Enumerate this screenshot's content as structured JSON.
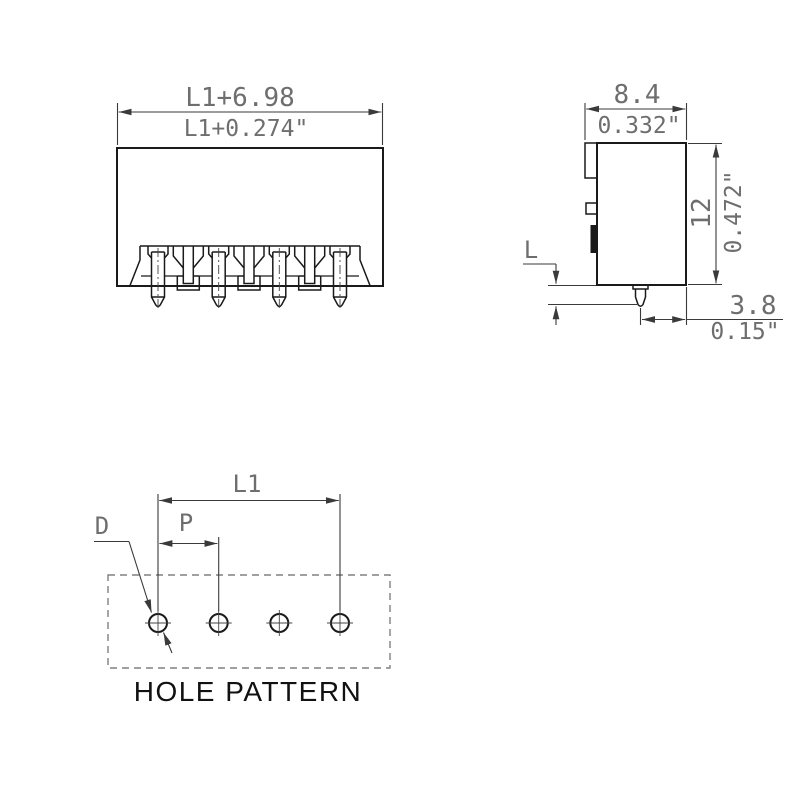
{
  "drawing": {
    "front_view": {
      "dim_width_mm": "L1+6.98",
      "dim_width_inch": "L1+0.274\""
    },
    "side_view": {
      "dim_width_mm": "8.4",
      "dim_width_inch": "0.332\"",
      "dim_height_mm": "12",
      "dim_height_inch": "0.472\"",
      "dim_pin_length_label": "L",
      "dim_pin_to_edge_mm": "3.8",
      "dim_pin_to_edge_inch": "0.15\""
    },
    "hole_pattern_view": {
      "dim_row_length_label": "L1",
      "dim_pitch_label": "P",
      "dim_hole_diameter_label": "D",
      "caption": "HOLE PATTERN"
    }
  },
  "colors": {
    "object_line": "#1a1a1a",
    "dimension_line": "#3a3a3a",
    "dimension_text": "#6e6e6e",
    "dashed_outline": "#808080",
    "caption_text": "#111111",
    "background": "#ffffff"
  }
}
